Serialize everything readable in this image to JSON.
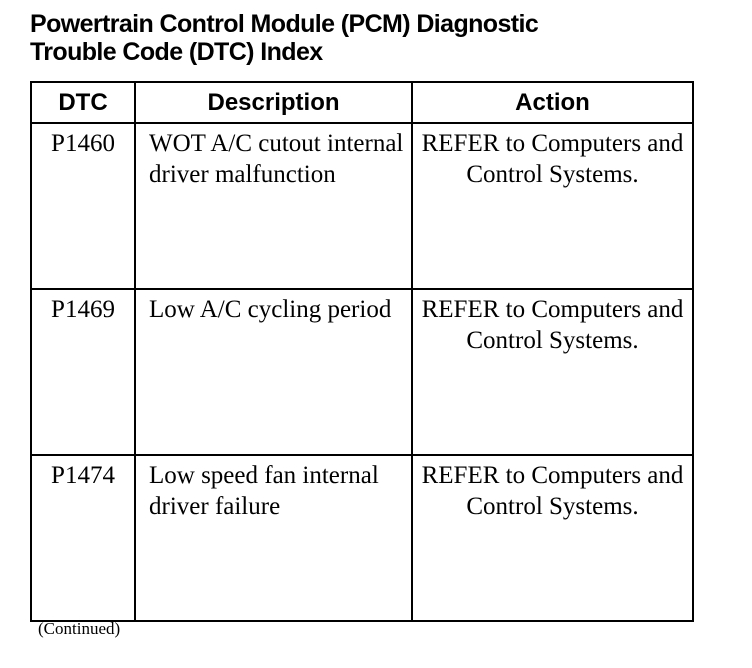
{
  "title": {
    "line1": "Powertrain Control Module (PCM) Diagnostic",
    "line2": "Trouble Code (DTC) Index"
  },
  "table": {
    "headers": {
      "dtc": "DTC",
      "description": "Description",
      "action": "Action"
    },
    "rows": [
      {
        "dtc": "P1460",
        "description": "WOT A/C cutout internal driver malfunction",
        "action": "REFER to Computers and Control Systems."
      },
      {
        "dtc": "P1469",
        "description": "Low A/C cycling period",
        "action": "REFER to Computers and Control Systems."
      },
      {
        "dtc": "P1474",
        "description": "Low speed fan internal driver failure",
        "action": "REFER to Computers and Control Systems."
      }
    ]
  },
  "footer": {
    "continued": "(Continued)"
  }
}
